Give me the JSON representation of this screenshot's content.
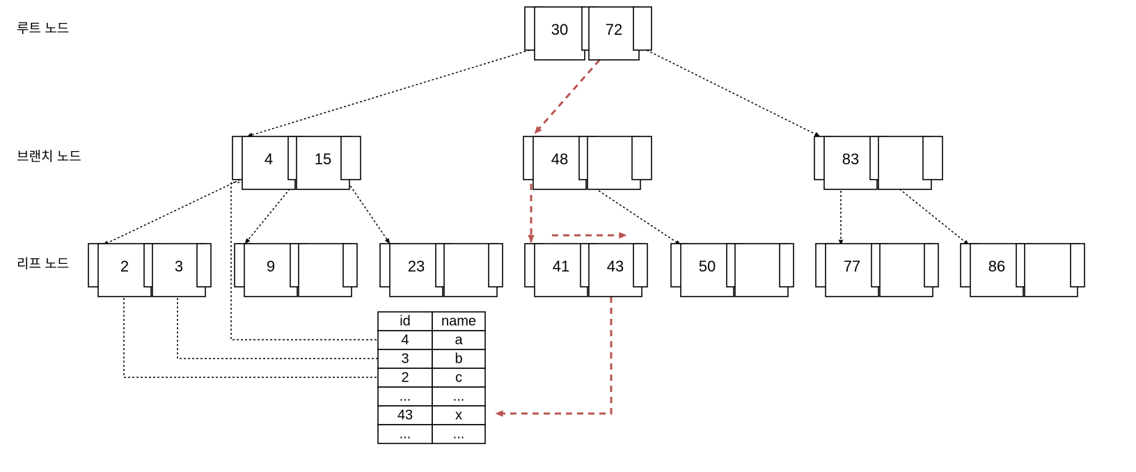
{
  "diagram": {
    "title": "B+ Tree index lookup diagram",
    "accent_color": "#b85450",
    "line_color": "#000000",
    "level_labels": [
      {
        "id": "root",
        "text": "루트 노드"
      },
      {
        "id": "branch",
        "text": "브랜치 노드"
      },
      {
        "id": "leaf",
        "text": "리프 노드"
      }
    ],
    "nodes": {
      "root": {
        "id": "root-node",
        "keys": [
          "30",
          "72"
        ]
      },
      "branches": [
        {
          "id": "branch-node-4-15",
          "keys": [
            "4",
            "15"
          ]
        },
        {
          "id": "branch-node-48",
          "keys": [
            "48",
            ""
          ]
        },
        {
          "id": "branch-node-83",
          "keys": [
            "83",
            ""
          ]
        }
      ],
      "leaves": [
        {
          "id": "leaf-node-2-3",
          "keys": [
            "2",
            "3"
          ]
        },
        {
          "id": "leaf-node-9",
          "keys": [
            "9",
            ""
          ]
        },
        {
          "id": "leaf-node-23",
          "keys": [
            "23",
            ""
          ]
        },
        {
          "id": "leaf-node-41-43",
          "keys": [
            "41",
            "43"
          ]
        },
        {
          "id": "leaf-node-50",
          "keys": [
            "50",
            ""
          ]
        },
        {
          "id": "leaf-node-77",
          "keys": [
            "77",
            ""
          ]
        },
        {
          "id": "leaf-node-86",
          "keys": [
            "86",
            ""
          ]
        }
      ]
    },
    "table": {
      "id": "data-table",
      "headers": [
        "id",
        "name"
      ],
      "rows": [
        [
          "4",
          "a"
        ],
        [
          "3",
          "b"
        ],
        [
          "2",
          "c"
        ],
        [
          "...",
          "..."
        ],
        [
          "43",
          "x"
        ],
        [
          "...",
          "..."
        ]
      ]
    }
  }
}
